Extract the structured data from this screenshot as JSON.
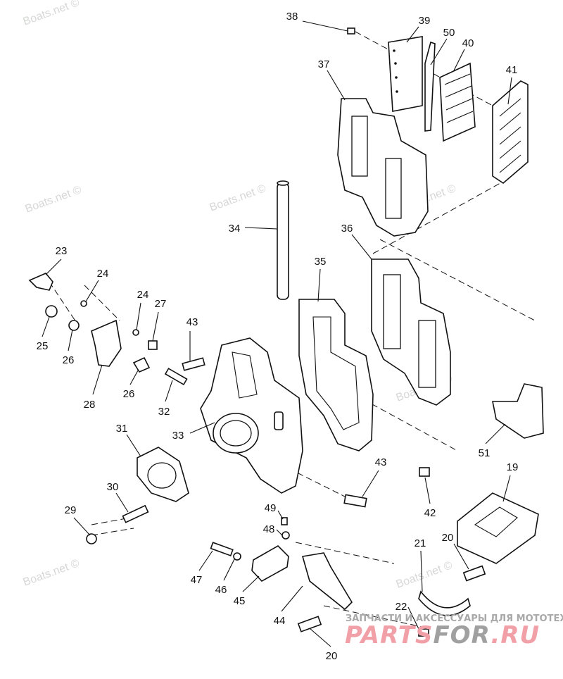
{
  "diagram": {
    "callouts": [
      "38",
      "39",
      "50",
      "40",
      "41",
      "37",
      "34",
      "36",
      "35",
      "23",
      "24",
      "24",
      "27",
      "43",
      "25",
      "26",
      "28",
      "26",
      "32",
      "33",
      "31",
      "51",
      "43",
      "19",
      "42",
      "30",
      "29",
      "49",
      "48",
      "20",
      "21",
      "47",
      "46",
      "45",
      "44",
      "22",
      "20"
    ]
  },
  "watermarks": {
    "text": "Boats.net ©"
  },
  "branding": {
    "tagline": "ЗАПЧАСТИ И АКСЕССУАРЫ ДЛЯ МОТОТЕХНИКИ",
    "logo_part1": "PARTS",
    "logo_part2": "FOR",
    "logo_part3": ".RU",
    "colors": {
      "red": "#f2a0a8",
      "gray": "#a0a0a0"
    }
  }
}
